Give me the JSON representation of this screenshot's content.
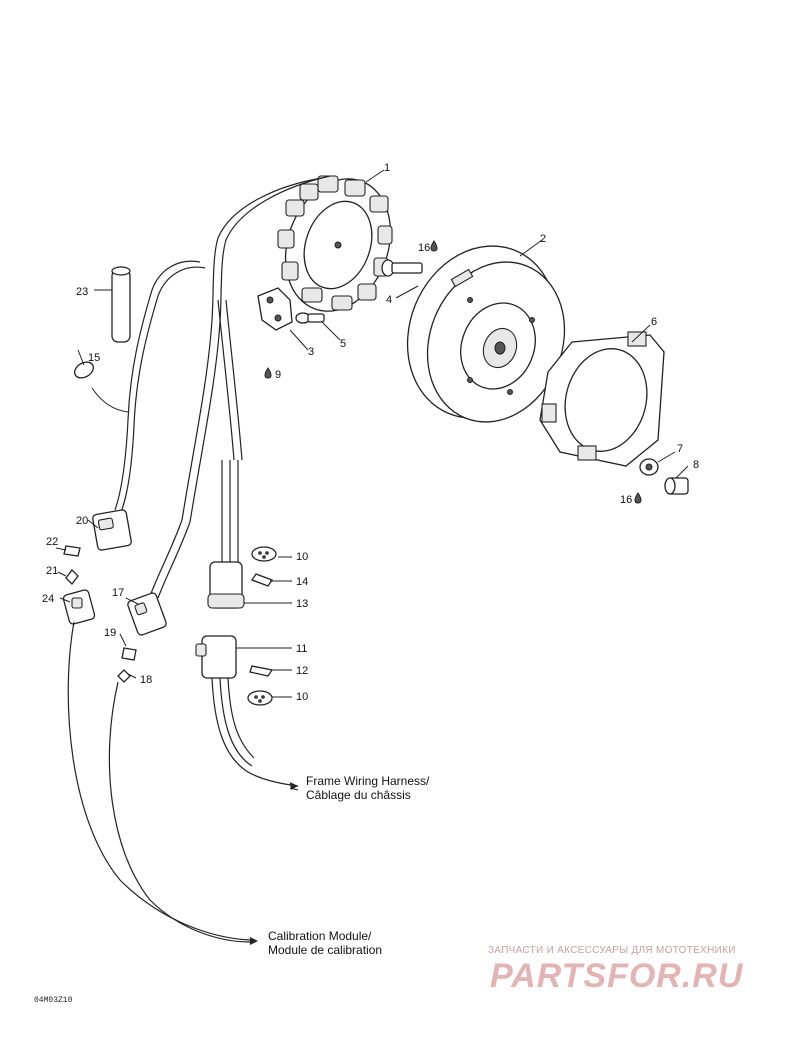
{
  "callouts": {
    "c1": "1",
    "c2": "2",
    "c3": "3",
    "c4": "4",
    "c5": "5",
    "c6": "6",
    "c7": "7",
    "c8": "8",
    "c9": "9",
    "c10a": "10",
    "c10b": "10",
    "c11": "11",
    "c12": "12",
    "c13": "13",
    "c14": "14",
    "c15": "15",
    "c16a": "16",
    "c16b": "16",
    "c17": "17",
    "c18": "18",
    "c19": "19",
    "c20": "20",
    "c21": "21",
    "c22": "22",
    "c23": "23",
    "c24": "24"
  },
  "captions": {
    "frame_harness_line1": "Frame Wiring Harness/",
    "frame_harness_line2": "Câblage du châssis",
    "calibration_line1": "Calibration Module/",
    "calibration_line2": "Module de calibration"
  },
  "watermark": {
    "tagline": "ЗАПЧАСТИ И АКСЕССУАРЫ ДЛЯ МОТОТЕХНИКИ",
    "brand": "PARTSFOR.RU",
    "color": "#e6b3b3"
  },
  "drawing_code": "04M03Z10"
}
